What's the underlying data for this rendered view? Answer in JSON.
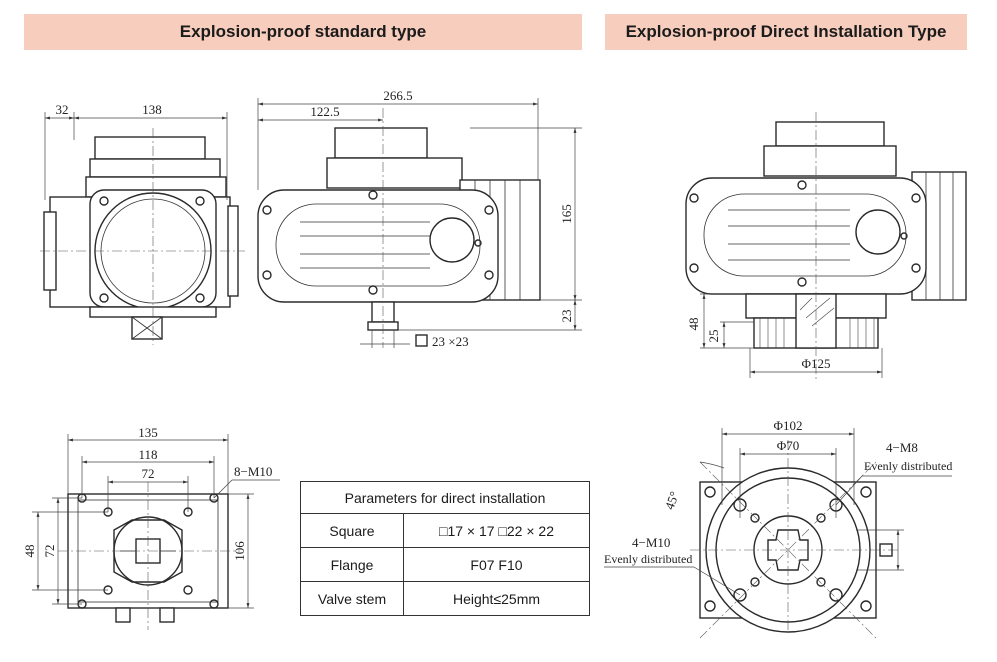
{
  "banners": {
    "left": "Explosion-proof standard type",
    "right": "Explosion-proof Direct Installation Type"
  },
  "standard_front_view": {
    "dims": [
      "32",
      "138"
    ]
  },
  "standard_side_view": {
    "dims": [
      "266.5",
      "122.5",
      "165",
      "23",
      "23 ×23"
    ]
  },
  "direct_side_view": {
    "dims": [
      "48",
      "25",
      "Φ125"
    ]
  },
  "bottom_view": {
    "dims": [
      "135",
      "118",
      "72",
      "8−M10",
      "48",
      "72",
      "106"
    ]
  },
  "flange_view": {
    "dims": [
      "Φ102",
      "Φ70",
      "45°"
    ],
    "notes": {
      "m8": "4−M8",
      "m8_note": "Evenly distributed",
      "m10": "4−M10",
      "m10_note": "Evenly distributed"
    }
  },
  "params_table": {
    "title": "Parameters for direct installation",
    "rows": [
      {
        "label": "Square",
        "value": "□17 × 17    □22 × 22"
      },
      {
        "label": "Flange",
        "value": "F07  F10"
      },
      {
        "label": "Valve stem",
        "value": "Height≤25mm"
      }
    ]
  }
}
